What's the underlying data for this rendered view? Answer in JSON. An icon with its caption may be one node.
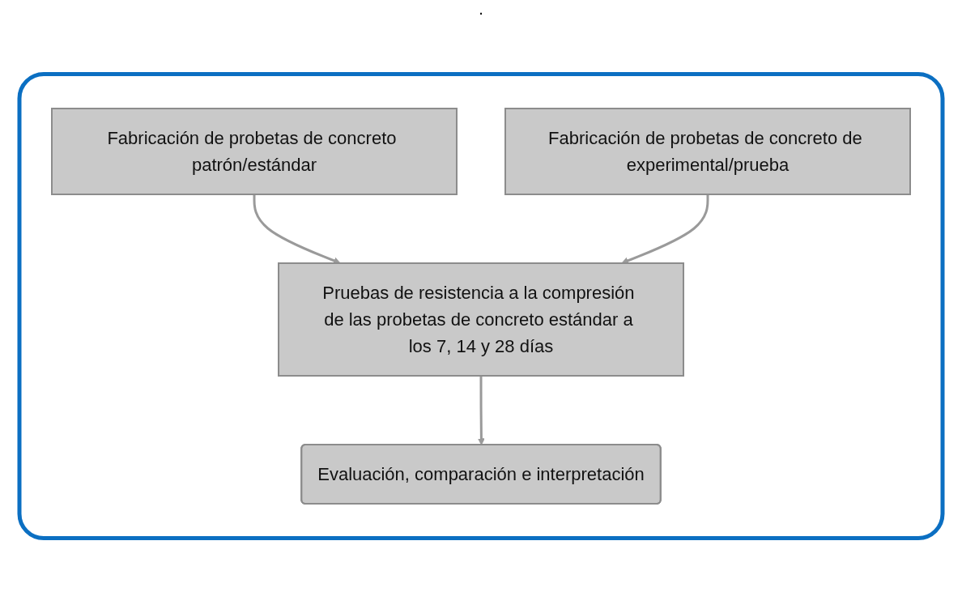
{
  "diagram": {
    "nodes": [
      {
        "text": [],
        "shape": "box"
      },
      {
        "text": [
          "Fabricación de probetas de concreto patrón/estándar"
        ],
        "in": 0
      },
      {
        "text": [
          "Fabricación de probetas de concreto de experimental/prueba"
        ],
        "in": 0
      },
      {
        "text": [
          "Pruebas de resistencia a la compresión de las probetas de concreto estándar a los 7, 14 y 28 días"
        ],
        "in": 0
      },
      {
        "text": [
          "Evaluación, comparación e interpretación"
        ],
        "in": 0
      }
    ],
    "edges": [
      {
        "from": 1,
        "to": 3,
        "arrow": "to"
      },
      {
        "from": 2,
        "to": 3,
        "arrow": "to"
      },
      {
        "from": 3,
        "to": 4,
        "arrow": "to"
      }
    ],
    "labels": [
      "."
    ]
  }
}
